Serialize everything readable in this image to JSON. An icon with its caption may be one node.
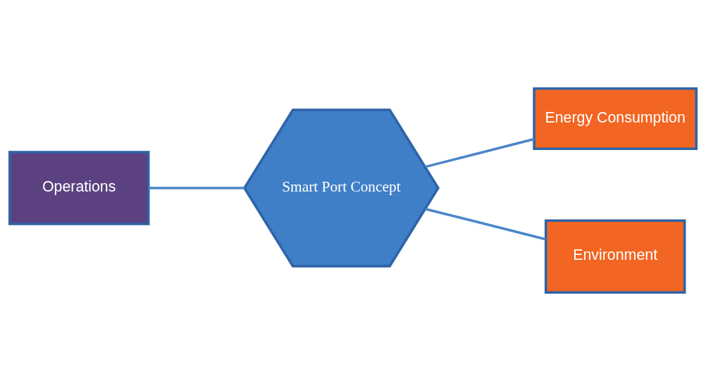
{
  "diagram": {
    "nodes": [
      {
        "text": [
          "Energy Consumption"
        ]
      },
      {
        "text": [
          "Smart Port Concept"
        ]
      },
      {
        "text": [
          "Operations"
        ]
      },
      {
        "text": [
          "Environment"
        ]
      }
    ],
    "edges": [
      {
        "from": 2,
        "to": 1,
        "arrow": "none"
      },
      {
        "from": 1,
        "to": 0,
        "arrow": "none"
      },
      {
        "from": 1,
        "to": 3,
        "arrow": "none"
      }
    ]
  }
}
